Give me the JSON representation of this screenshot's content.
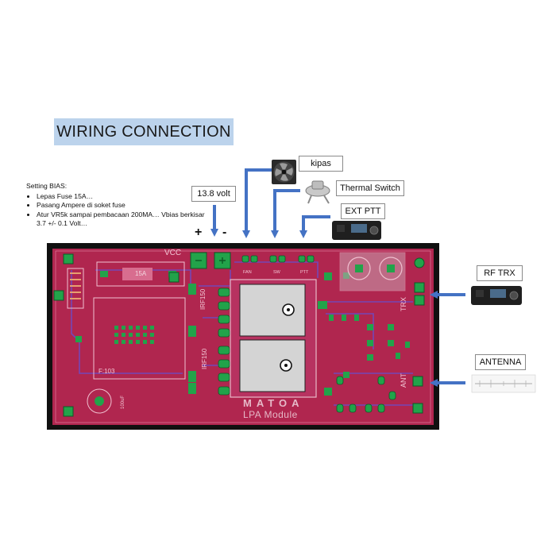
{
  "title": "WIRING CONNECTION",
  "bias": {
    "heading": "Setting BIAS:",
    "steps": [
      "Lepas Fuse 15A…",
      "Pasang Ampere di soket fuse",
      "Atur VR5k sampai pembacaan 200MA… Vbias berkisar 3.7 +/- 0.1 Volt…"
    ]
  },
  "callouts": {
    "supply": "13.8 volt",
    "fan": "kipas",
    "thermal": "Thermal Switch",
    "ext_ptt": "EXT PTT",
    "rf_trx": "RF  TRX",
    "antenna": "ANTENNA"
  },
  "polarity": {
    "plus": "+",
    "minus": "-"
  },
  "board": {
    "brand": "MATOA",
    "module": "LPA Module",
    "vcc": "VCC",
    "fuse": "15A",
    "fuse_id": "F:103",
    "fan_pad": "FAN",
    "thermal_pad": "SW",
    "ptt_pad": "PTT",
    "mosfet": "IRF150",
    "trx_pad": "TRX",
    "ant_pad": "ANT",
    "cap": "100uF"
  },
  "colors": {
    "pcb": "#b0264f",
    "frame": "#101010",
    "arrow": "#4472c4",
    "title_bg": "#bcd3ec",
    "pad": "#22a34a"
  }
}
